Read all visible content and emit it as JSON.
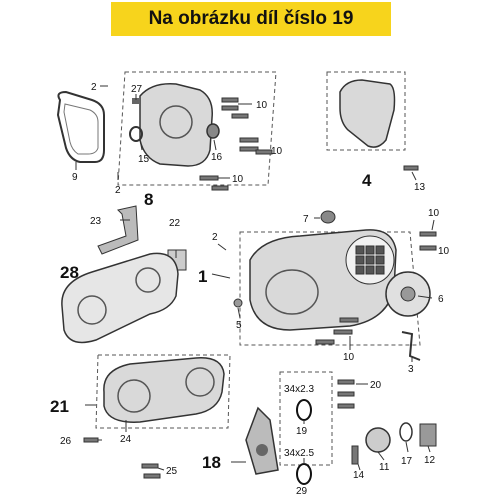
{
  "banner": {
    "text": "Na obrázku díl číslo 19"
  },
  "callouts": {
    "c2a": "2",
    "c27": "27",
    "c10a": "10",
    "c9": "9",
    "c15": "15",
    "c16": "16",
    "c10b": "10",
    "c2b": "2",
    "c10c": "10",
    "c13": "13",
    "c23": "23",
    "c22": "22",
    "c7": "7",
    "c2c": "2",
    "c10d": "10",
    "c10e": "10",
    "c6": "6",
    "c5": "5",
    "c10f": "10",
    "c3": "3",
    "c1": "1",
    "c20": "20",
    "c19": "19",
    "c11": "11",
    "c17": "17",
    "c12": "12",
    "c14": "14",
    "c24": "24",
    "c26": "26",
    "c25": "25",
    "c29": "29"
  },
  "group_labels": {
    "g8": "8",
    "g4": "4",
    "g28": "28",
    "g1": "1",
    "g21": "21",
    "g18": "18"
  },
  "seal_sizes": {
    "s19": "34x2.3",
    "s29": "34x2.5"
  }
}
